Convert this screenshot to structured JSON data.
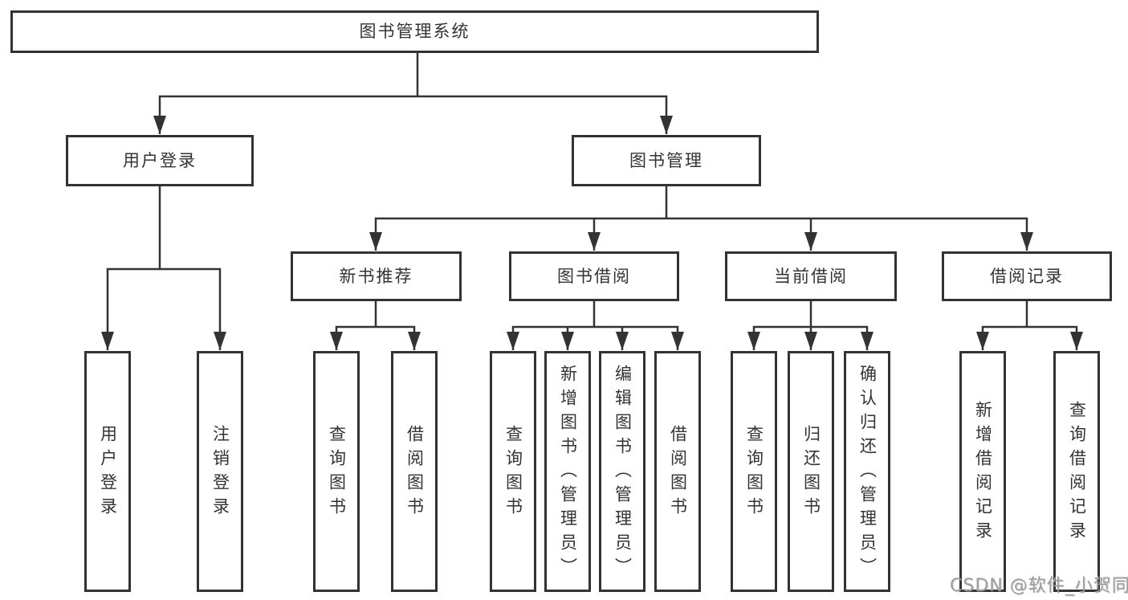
{
  "diagram": {
    "title": "图书管理系统",
    "branches": [
      {
        "label": "用户登录",
        "children": [
          {
            "label": "用户登录"
          },
          {
            "label": "注销登录"
          }
        ]
      },
      {
        "label": "图书管理",
        "children": [
          {
            "label": "新书推荐",
            "children": [
              {
                "label": "查询图书"
              },
              {
                "label": "借阅图书"
              }
            ]
          },
          {
            "label": "图书借阅",
            "children": [
              {
                "label": "查询图书"
              },
              {
                "label": "新增图书（管理员）"
              },
              {
                "label": "编辑图书（管理员）"
              },
              {
                "label": "借阅图书"
              }
            ]
          },
          {
            "label": "当前借阅",
            "children": [
              {
                "label": "查询图书"
              },
              {
                "label": "归还图书"
              },
              {
                "label": "确认归还（管理员）"
              }
            ]
          },
          {
            "label": "借阅记录",
            "children": [
              {
                "label": "新增借阅记录"
              },
              {
                "label": "查询借阅记录"
              }
            ]
          }
        ]
      }
    ]
  },
  "watermark": "CSDN @软件_小贺同学",
  "colors": {
    "line": "#333333",
    "text": "#333333",
    "box_background": "#ffffff",
    "watermark": "#9e9e9e"
  }
}
